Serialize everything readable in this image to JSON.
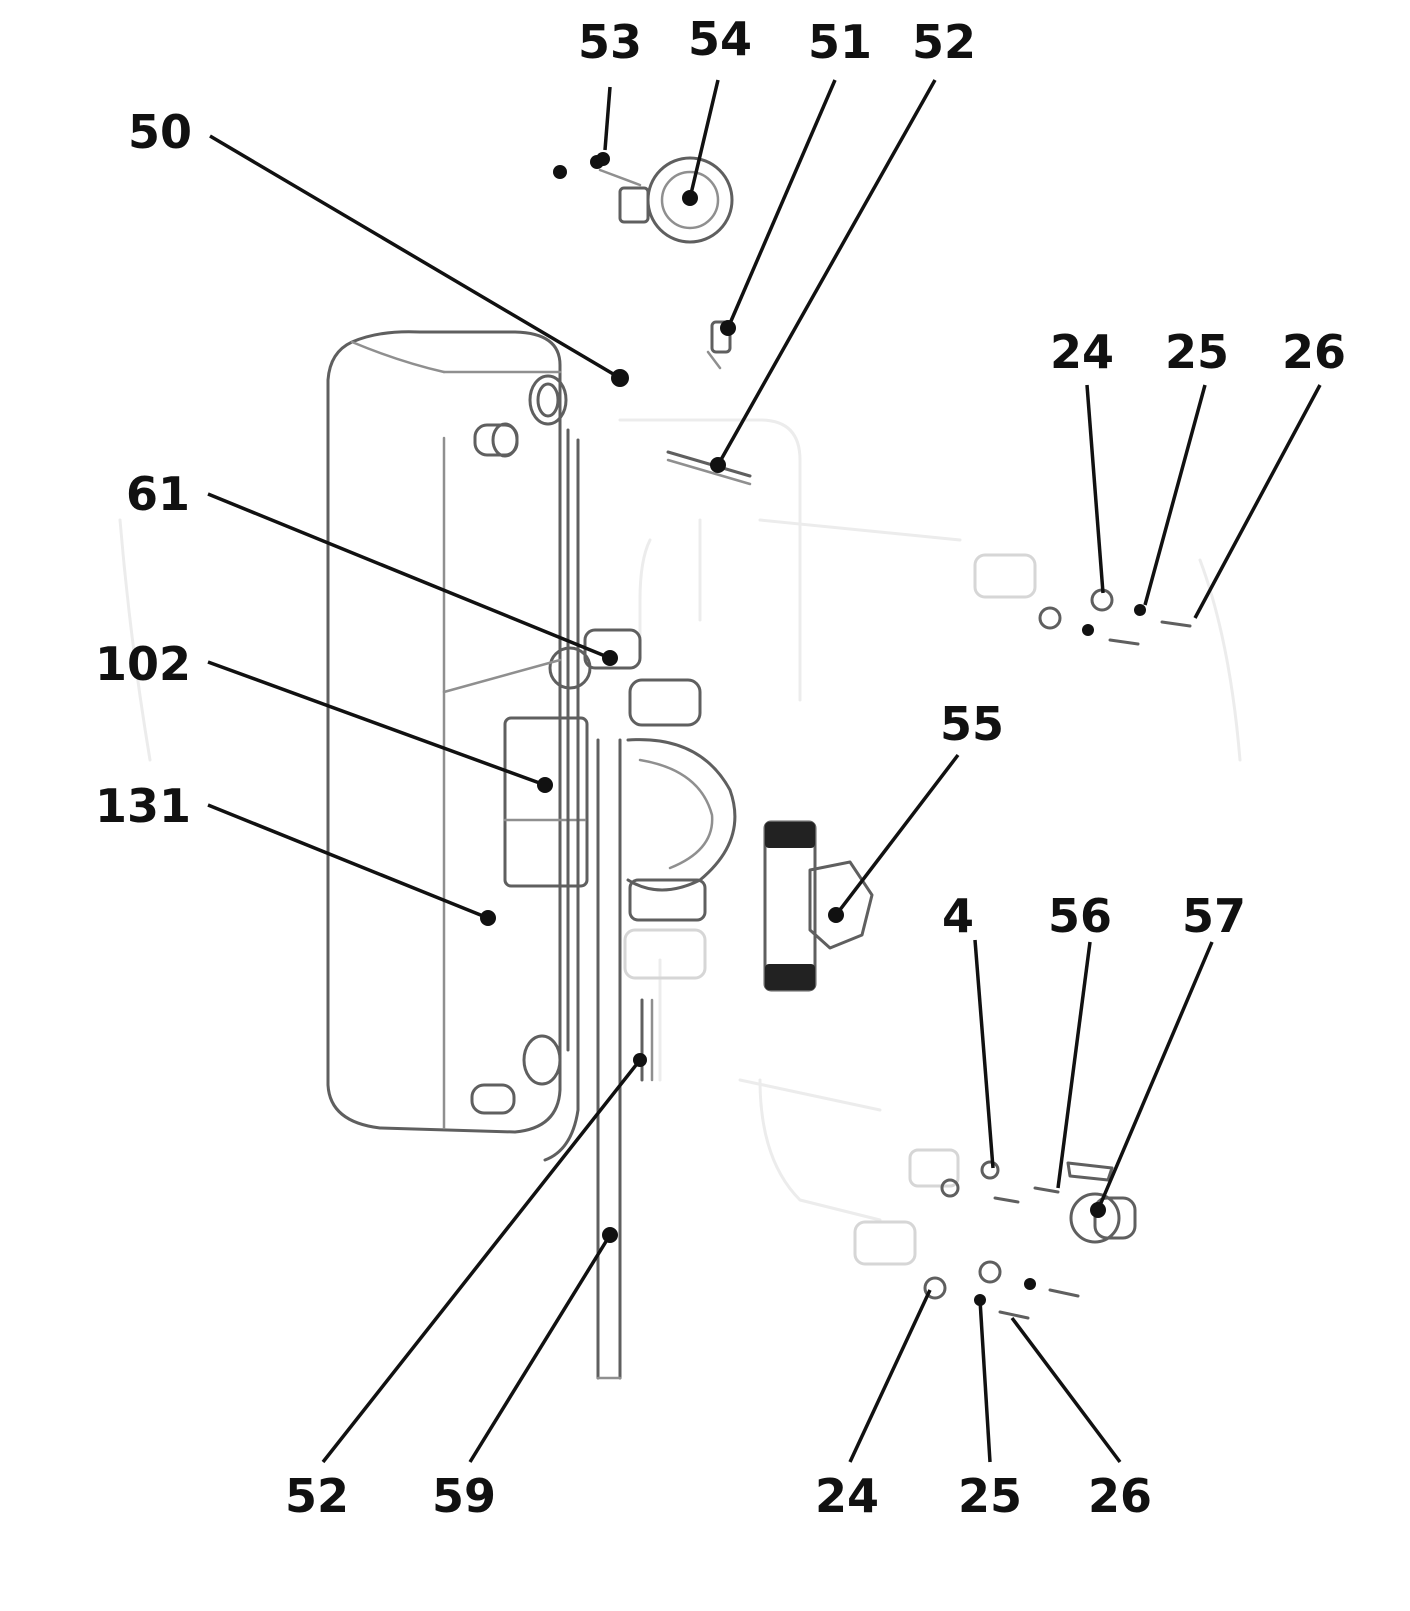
{
  "callouts": {
    "c53": "53",
    "c54": "54",
    "c51": "51",
    "c52_top": "52",
    "c50": "50",
    "c24_top": "24",
    "c25_top": "25",
    "c26_top": "26",
    "c61": "61",
    "c102": "102",
    "c131": "131",
    "c55": "55",
    "c4": "4",
    "c56": "56",
    "c57": "57",
    "c52_bottom": "52",
    "c59": "59",
    "c24_bottom": "24",
    "c25_bottom": "25",
    "c26_bottom": "26"
  },
  "colors": {
    "ink": "#111111",
    "part_dark": "#5f5f5f",
    "part_light": "#d6d6d6"
  }
}
